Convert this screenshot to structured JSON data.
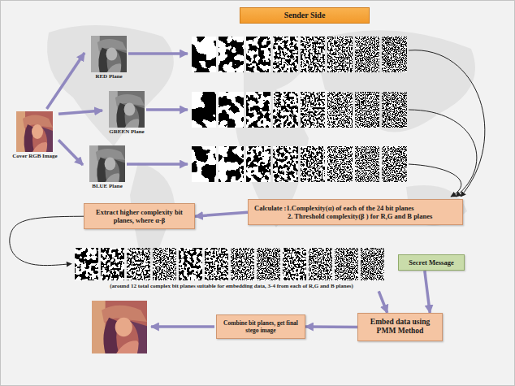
{
  "diagram": {
    "nodes": [
      {
        "text": [
          "Sender Side"
        ]
      },
      {
        "text": [
          "Cover RGB Image"
        ]
      },
      {
        "text": [
          "RED Plane"
        ]
      },
      {
        "text": [
          "GREEN Plane"
        ]
      },
      {
        "text": [
          "BLUE Plane"
        ]
      },
      {
        "text": [
          "Calculate :1.Complexity(α) of each of the 24 bit planes",
          "2. Threshold complexity(β ) for R,G and B planes"
        ]
      },
      {
        "text": [
          "Extract higher complexity bit planes, where α-β"
        ]
      },
      {
        "text": [
          "(around 12 total complex bit planes suitable for embedding data, 3-4 from each of R,G and B planes)"
        ]
      },
      {
        "text": [
          "Secret Message"
        ]
      },
      {
        "text": [
          "Embed data using PMM Method"
        ]
      },
      {
        "text": [
          "Combine bit planes, get final stego image"
        ]
      }
    ],
    "edges": [
      {
        "from": 1,
        "to": 2,
        "arrow": "to"
      },
      {
        "from": 1,
        "to": 3,
        "arrow": "to"
      },
      {
        "from": 1,
        "to": 4,
        "arrow": "to"
      },
      {
        "from": 5,
        "to": 6,
        "arrow": "to"
      },
      {
        "from": 6,
        "to": 7,
        "arrow": "to"
      },
      {
        "from": 7,
        "to": 9,
        "arrow": "to"
      },
      {
        "from": 8,
        "to": 9,
        "arrow": "to"
      },
      {
        "from": 9,
        "to": 10,
        "arrow": "to"
      }
    ]
  }
}
